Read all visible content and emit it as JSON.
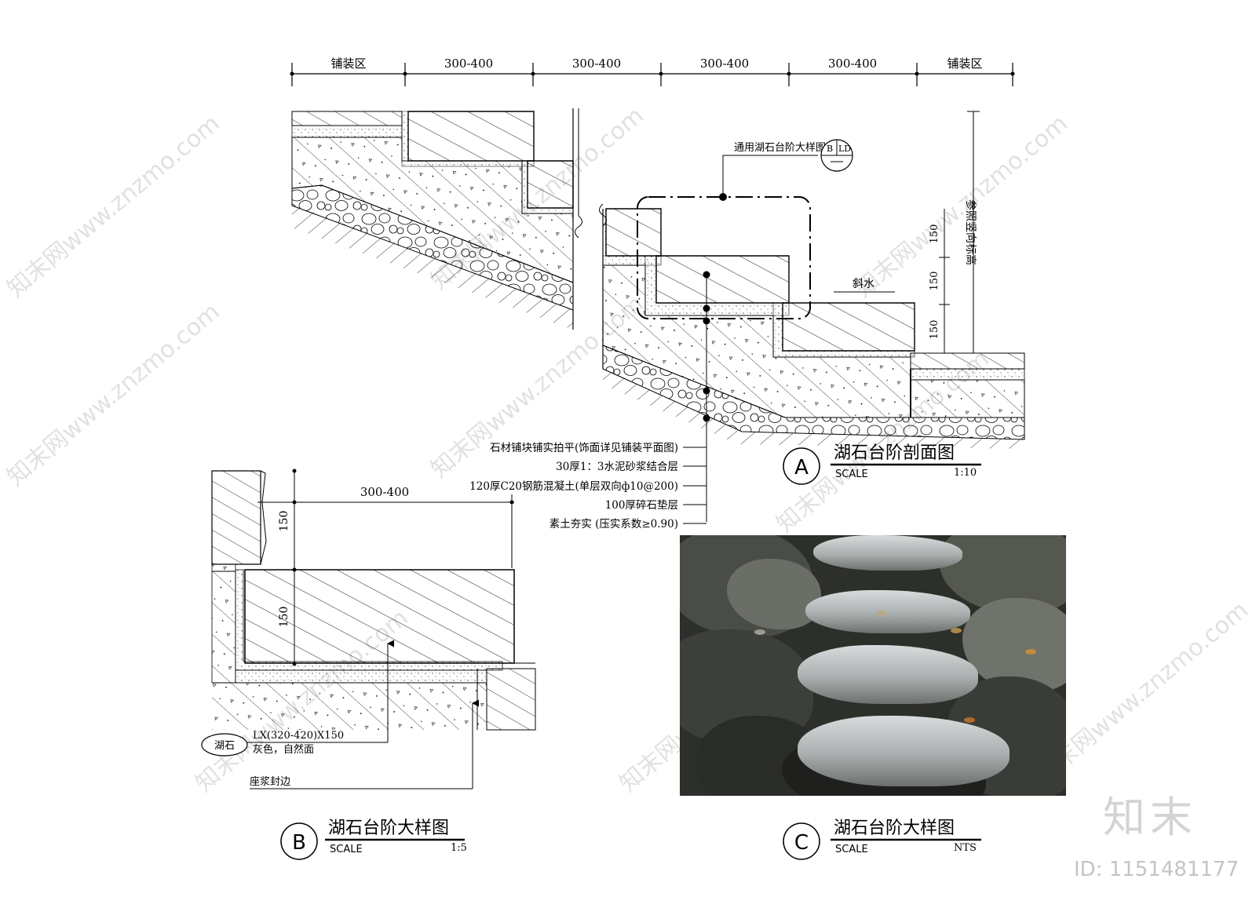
{
  "detail_a": {
    "dimensions": [
      "铺装区",
      "300-400",
      "300-400",
      "300-400",
      "300-400",
      "铺装区"
    ],
    "ref_label": "通用湖石台阶大样图",
    "ref_code_top": "B",
    "ref_code_right": "LD",
    "slope_label": "斜水",
    "rise_values": [
      "150",
      "150",
      "150"
    ],
    "vertical_note": "参照竖向标高",
    "layers": [
      "石材铺块铺实拍平(饰面详见铺装平面图)",
      "30厚1：3水泥砂浆结合层",
      "120厚C20钢筋混凝土(单层双向ф10@200)",
      "100厚碎石垫层",
      "素土夯实 (压实系数≥0.90)"
    ],
    "badge": "A",
    "title": "湖石台阶剖面图",
    "scale_word": "SCALE",
    "scale_value": "1:10"
  },
  "detail_b": {
    "width_dim": "300-400",
    "height_dims": [
      "150",
      "150"
    ],
    "material_tag": "湖石",
    "spec_line1": "LX(320-420)X150",
    "spec_line2": "灰色，自然面",
    "edge_note": "座浆封边",
    "badge": "B",
    "title": "湖石台阶大样图",
    "scale_word": "SCALE",
    "scale_value": "1:5"
  },
  "detail_c": {
    "badge": "C",
    "title": "湖石台阶大样图",
    "scale_word": "SCALE",
    "scale_value": "NTS"
  },
  "branding": {
    "watermark": "知末网www.znzmo.com",
    "logo": "知末",
    "id_text": "ID: 1151481177"
  }
}
